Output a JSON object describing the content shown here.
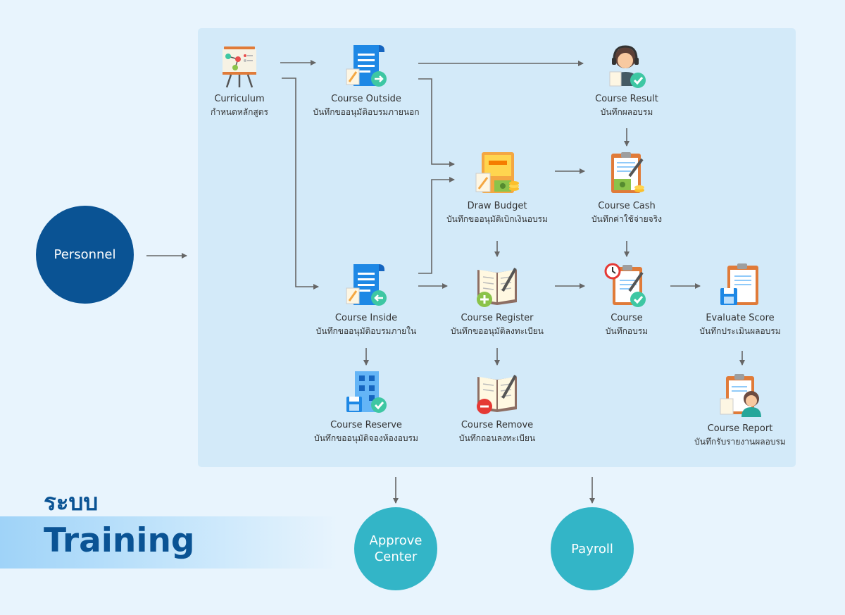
{
  "personnel": {
    "label": "Personnel"
  },
  "nodes": {
    "curriculum": {
      "title": "Curriculum",
      "subtitle": "กำหนดหลักสูตร"
    },
    "course_outside": {
      "title": "Course Outside",
      "subtitle": "บันทึกขออนุมัติอบรมภายนอก"
    },
    "course_result": {
      "title": "Course Result",
      "subtitle": "บันทึกผลอบรม"
    },
    "draw_budget": {
      "title": "Draw Budget",
      "subtitle": "บันทึกขออนุมัติเบิกเงินอบรม"
    },
    "course_cash": {
      "title": "Course Cash",
      "subtitle": "บันทึกค่าใช้จ่ายจริง"
    },
    "course_inside": {
      "title": "Course Inside",
      "subtitle": "บันทึกขออนุมัติอบรมภายใน"
    },
    "course_register": {
      "title": "Course Register",
      "subtitle": "บันทึกขออนุมัติลงทะเบียน"
    },
    "course": {
      "title": "Course",
      "subtitle": "บันทึกอบรม"
    },
    "evaluate_score": {
      "title": "Evaluate Score",
      "subtitle": "บันทึกประเมินผลอบรม"
    },
    "course_reserve": {
      "title": "Course Reserve",
      "subtitle": "บันทึกขออนุมัติจองห้องอบรม"
    },
    "course_remove": {
      "title": "Course Remove",
      "subtitle": "บันทึกถอนลงทะเบียน"
    },
    "course_report": {
      "title": "Course Report",
      "subtitle": "บันทึกรับรายงานผลอบรม"
    }
  },
  "outputs": {
    "approve_center_line1": "Approve",
    "approve_center_line2": "Center",
    "payroll": "Payroll"
  },
  "brand": {
    "system": "ระบบ",
    "name": "Training"
  },
  "colors": {
    "dark_blue": "#0a5394",
    "teal": "#33b5c7",
    "panel": "#d3eaf9",
    "background": "#e8f4fd"
  }
}
